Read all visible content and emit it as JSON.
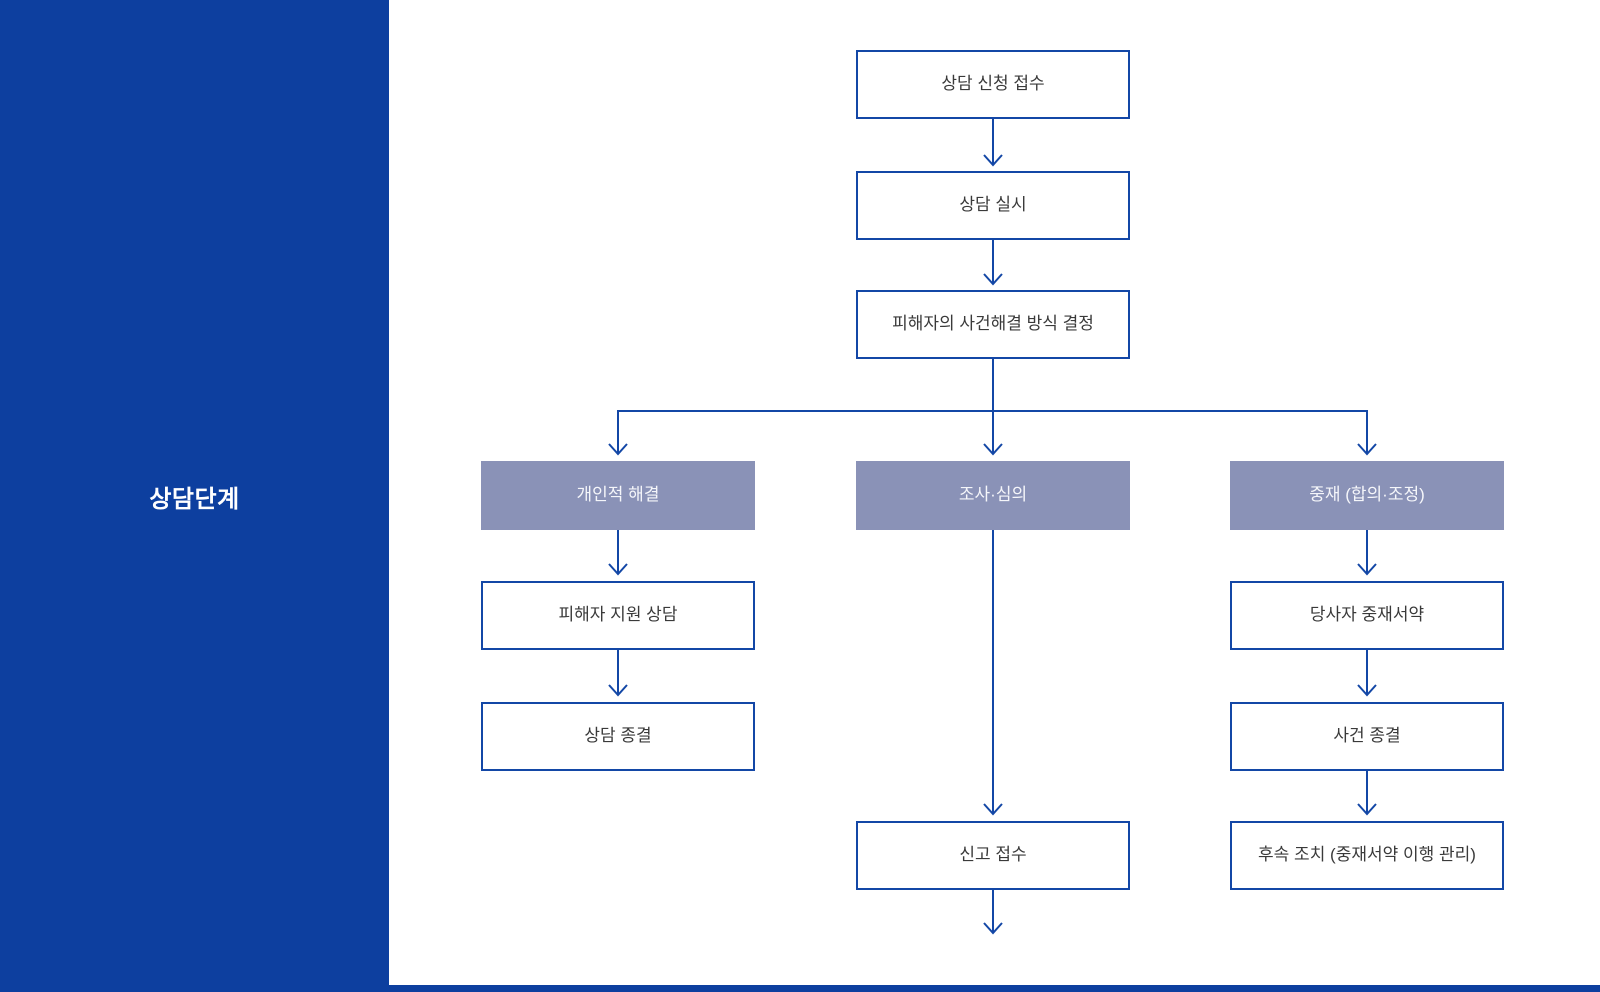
{
  "sidebar": {
    "title": "상담단계"
  },
  "colors": {
    "sidebar_blue": "#0d3f9f",
    "line_blue": "#1347a6",
    "header_fill": "#8a92b7",
    "header_text": "#f5f6fa",
    "node_text": "#3a3a3a",
    "node_background": "#ffffff"
  },
  "flowchart": {
    "nodes": {
      "apply": "상담 신청 접수",
      "consult": "상담 실시",
      "decision": "피해자의 사건해결 방식 결정",
      "personal": "개인적 해결",
      "investigation": "조사·심의",
      "mediation": "중재 (합의·조정)",
      "support": "피해자 지원 상담",
      "consult_close": "상담 종결",
      "report": "신고 접수",
      "pledge": "당사자 중재서약",
      "case_close": "사건 종결",
      "followup": "후속 조치 (중재서약 이행 관리)"
    }
  }
}
